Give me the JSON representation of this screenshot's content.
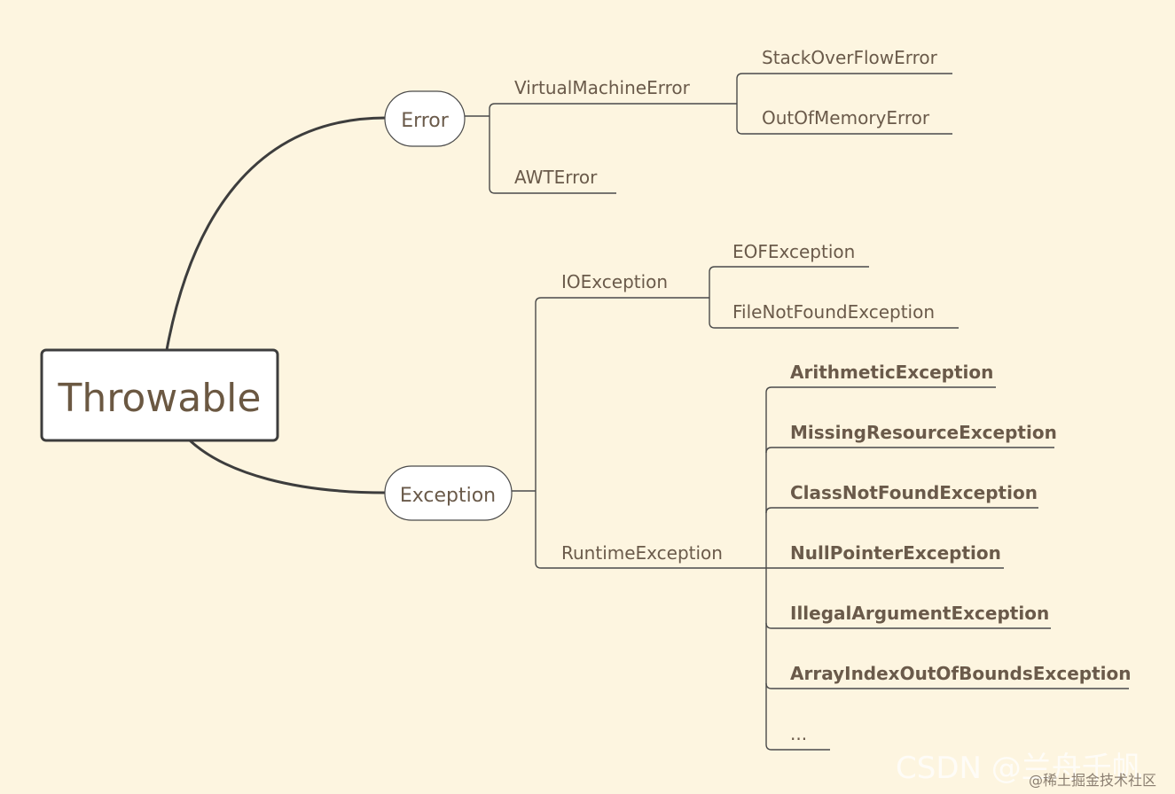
{
  "root": {
    "label": "Throwable"
  },
  "error": {
    "label": "Error",
    "children": {
      "virtual_machine_error": "VirtualMachineError",
      "stack_overflow_error": "StackOverFlowError",
      "out_of_memory_error": "OutOfMemoryError",
      "awt_error": "AWTError"
    }
  },
  "exception": {
    "label": "Exception",
    "io_exception": {
      "label": "IOException",
      "children": [
        "EOFException",
        "FileNotFoundException"
      ]
    },
    "runtime_exception": {
      "label": "RuntimeException",
      "children": [
        "ArithmeticException",
        "MissingResourceException",
        "ClassNotFoundException",
        "NullPointerException",
        "IllegalArgumentException",
        "ArrayIndexOutOfBoundsException",
        "..."
      ]
    }
  },
  "watermark": {
    "csdn": "CSDN @兰舟千帆",
    "juejin": "@稀土掘金技术社区"
  },
  "colors": {
    "background": "#fdf5e0",
    "text": "#6a5a4a",
    "line": "#3d3d3d"
  }
}
